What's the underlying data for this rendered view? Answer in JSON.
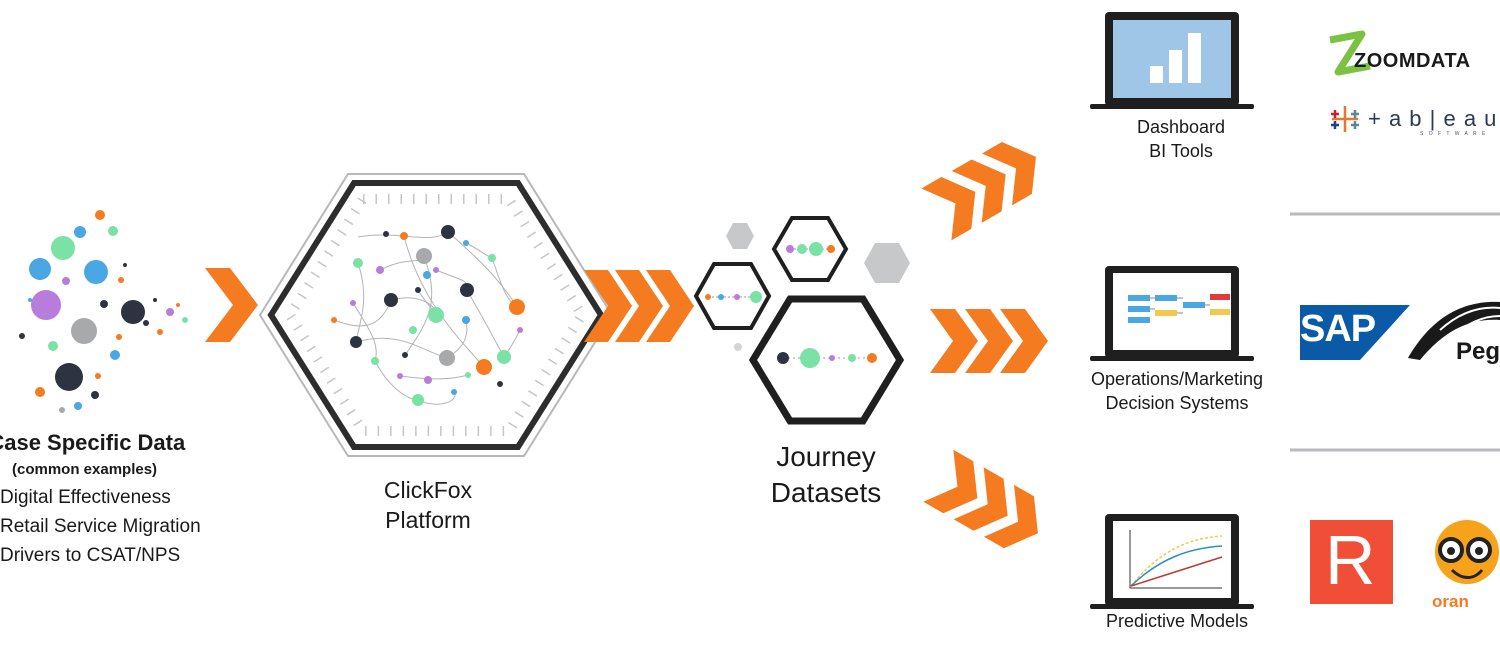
{
  "source": {
    "title": "e Case Specific Data",
    "subtitle": "(common examples)",
    "items": [
      "Digital Effectiveness",
      "Retail Service Migration",
      "Drivers to CSAT/NPS"
    ]
  },
  "platform": {
    "line1": "ClickFox",
    "line2": "Platform"
  },
  "journey": {
    "line1": "Journey",
    "line2": "Datasets"
  },
  "outputs": [
    {
      "line1": "Dashboard",
      "line2": "BI Tools"
    },
    {
      "line1": "Operations/Marketing",
      "line2": "Decision Systems"
    },
    {
      "line1": "Predictive Models",
      "line2": ""
    }
  ],
  "logos": {
    "zoomdata": "ZOOMDATA",
    "tableau": "+ a b | e a u",
    "tableau_sub": "S O F T W A R E",
    "sap": "SAP",
    "pega": "Peg",
    "r": "R",
    "orange": "oran"
  },
  "colors": {
    "orange": "#f47b20",
    "dark": "#2d3340",
    "gray": "#a7a9ab",
    "green": "#7be2a6",
    "blue": "#4aa7e2",
    "purple": "#b87ddb",
    "sap_blue": "#0a5aa8",
    "r_red": "#f04e37"
  }
}
